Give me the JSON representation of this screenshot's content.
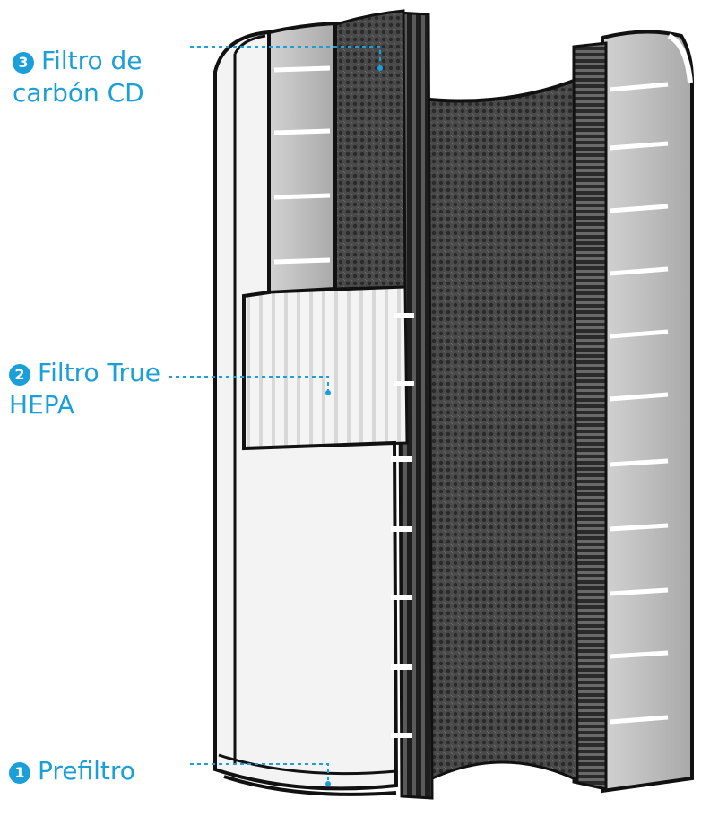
{
  "labels": {
    "carbon": {
      "number": "3",
      "line1": "Filtro de",
      "line2": "carbón CD"
    },
    "hepa": {
      "number": "2",
      "line1": "Filtro True",
      "line2": "HEPA"
    },
    "prefilter": {
      "number": "1",
      "line1": "Prefiltro"
    }
  },
  "colors": {
    "accent": "#1a9fd8",
    "outline": "#111111",
    "carbon": "#3d3d3d",
    "hepa": "#e8e8e8",
    "prefilter": "#f2f2f2",
    "frame": "#bdbdbd"
  }
}
